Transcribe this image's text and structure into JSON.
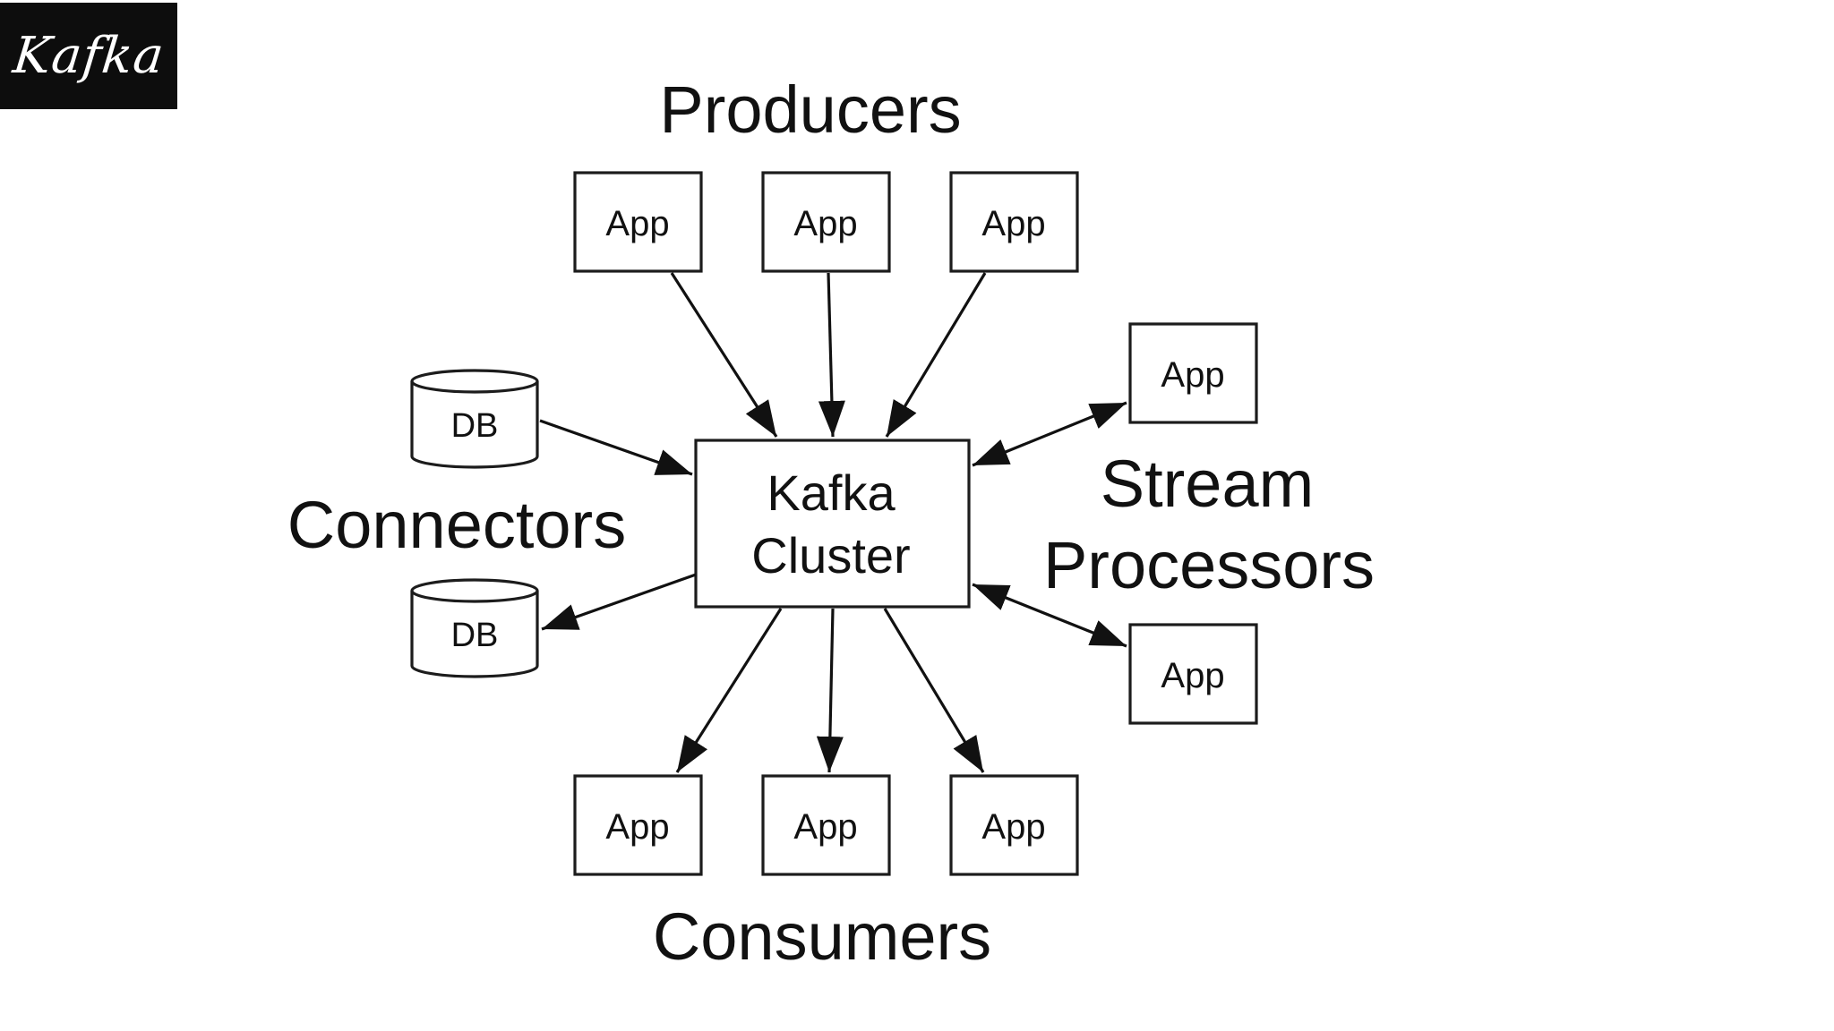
{
  "badge": {
    "text": "Kafka"
  },
  "diagram": {
    "groups": {
      "producers": "Producers",
      "consumers": "Consumers",
      "connectors": "Connectors",
      "stream_line1": "Stream",
      "stream_line2": "Processors"
    },
    "cluster": {
      "line1": "Kafka",
      "line2": "Cluster"
    },
    "producers": [
      {
        "label": "App"
      },
      {
        "label": "App"
      },
      {
        "label": "App"
      }
    ],
    "consumers": [
      {
        "label": "App"
      },
      {
        "label": "App"
      },
      {
        "label": "App"
      }
    ],
    "stream_processors": [
      {
        "label": "App"
      },
      {
        "label": "App"
      }
    ],
    "connectors": [
      {
        "label": "DB"
      },
      {
        "label": "DB"
      }
    ]
  }
}
